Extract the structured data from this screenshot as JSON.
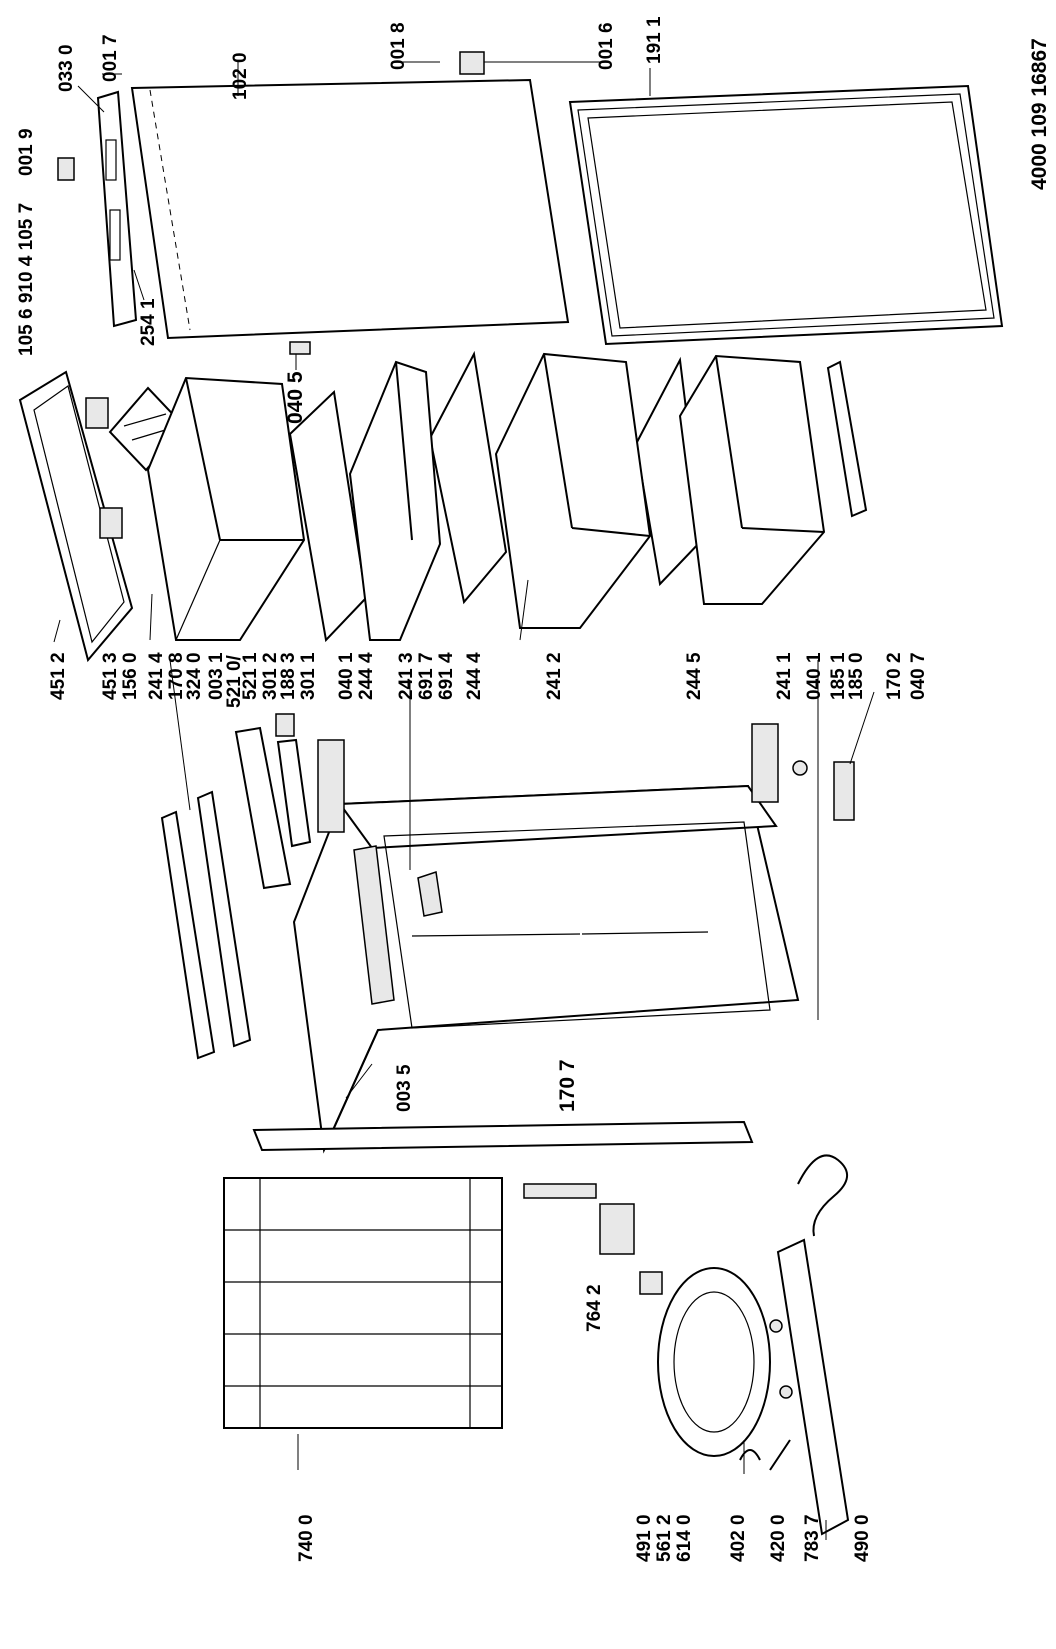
{
  "document_id": "4000 109 16867",
  "parts": [
    {
      "id": "p0330",
      "label": "033 0"
    },
    {
      "id": "p0017",
      "label": "001 7"
    },
    {
      "id": "p0019",
      "label": "001 9"
    },
    {
      "id": "p1057",
      "label": "105 6  910 4 105 7"
    },
    {
      "id": "p1020",
      "label": "102 0"
    },
    {
      "id": "p0018",
      "label": "001 8"
    },
    {
      "id": "p0016",
      "label": "001 6"
    },
    {
      "id": "p1911",
      "label": "191 1"
    },
    {
      "id": "p2541",
      "label": "254 1"
    },
    {
      "id": "p0405",
      "label": "040 5"
    },
    {
      "id": "p4512",
      "label": "451 2"
    },
    {
      "id": "p4513",
      "label": "451 3"
    },
    {
      "id": "p1560",
      "label": "156 0"
    },
    {
      "id": "p2414",
      "label": "241 4"
    },
    {
      "id": "p1708",
      "label": "170 8"
    },
    {
      "id": "p3240",
      "label": "324 0"
    },
    {
      "id": "p0031",
      "label": "003 1"
    },
    {
      "id": "p5210",
      "label": "521 0/"
    },
    {
      "id": "p5211",
      "label": "521 1"
    },
    {
      "id": "p3012",
      "label": "301 2"
    },
    {
      "id": "p1883",
      "label": "188 3"
    },
    {
      "id": "p3011",
      "label": "301 1"
    },
    {
      "id": "p0401a",
      "label": "040 1"
    },
    {
      "id": "p2444a",
      "label": "244 4"
    },
    {
      "id": "p2413",
      "label": "241 3"
    },
    {
      "id": "p6917",
      "label": "691 7"
    },
    {
      "id": "p6914",
      "label": "691 4"
    },
    {
      "id": "p2444b",
      "label": "244 4"
    },
    {
      "id": "p2412",
      "label": "241 2"
    },
    {
      "id": "p2445",
      "label": "244 5"
    },
    {
      "id": "p2411",
      "label": "241 1"
    },
    {
      "id": "p0401b",
      "label": "040 1"
    },
    {
      "id": "p1851",
      "label": "185 1"
    },
    {
      "id": "p1850",
      "label": "185 0"
    },
    {
      "id": "p1702",
      "label": "170 2"
    },
    {
      "id": "p0407",
      "label": "040 7"
    },
    {
      "id": "p0035",
      "label": "003 5"
    },
    {
      "id": "p1707",
      "label": "170 7"
    },
    {
      "id": "p7642",
      "label": "764 2"
    },
    {
      "id": "p7400",
      "label": "740 0"
    },
    {
      "id": "p4910",
      "label": "491 0"
    },
    {
      "id": "p5612",
      "label": "561 2"
    },
    {
      "id": "p6140",
      "label": "614 0"
    },
    {
      "id": "p4020",
      "label": "402 0"
    },
    {
      "id": "p4200",
      "label": "420 0"
    },
    {
      "id": "p7837",
      "label": "783 7"
    },
    {
      "id": "p4900",
      "label": "490 0"
    }
  ]
}
